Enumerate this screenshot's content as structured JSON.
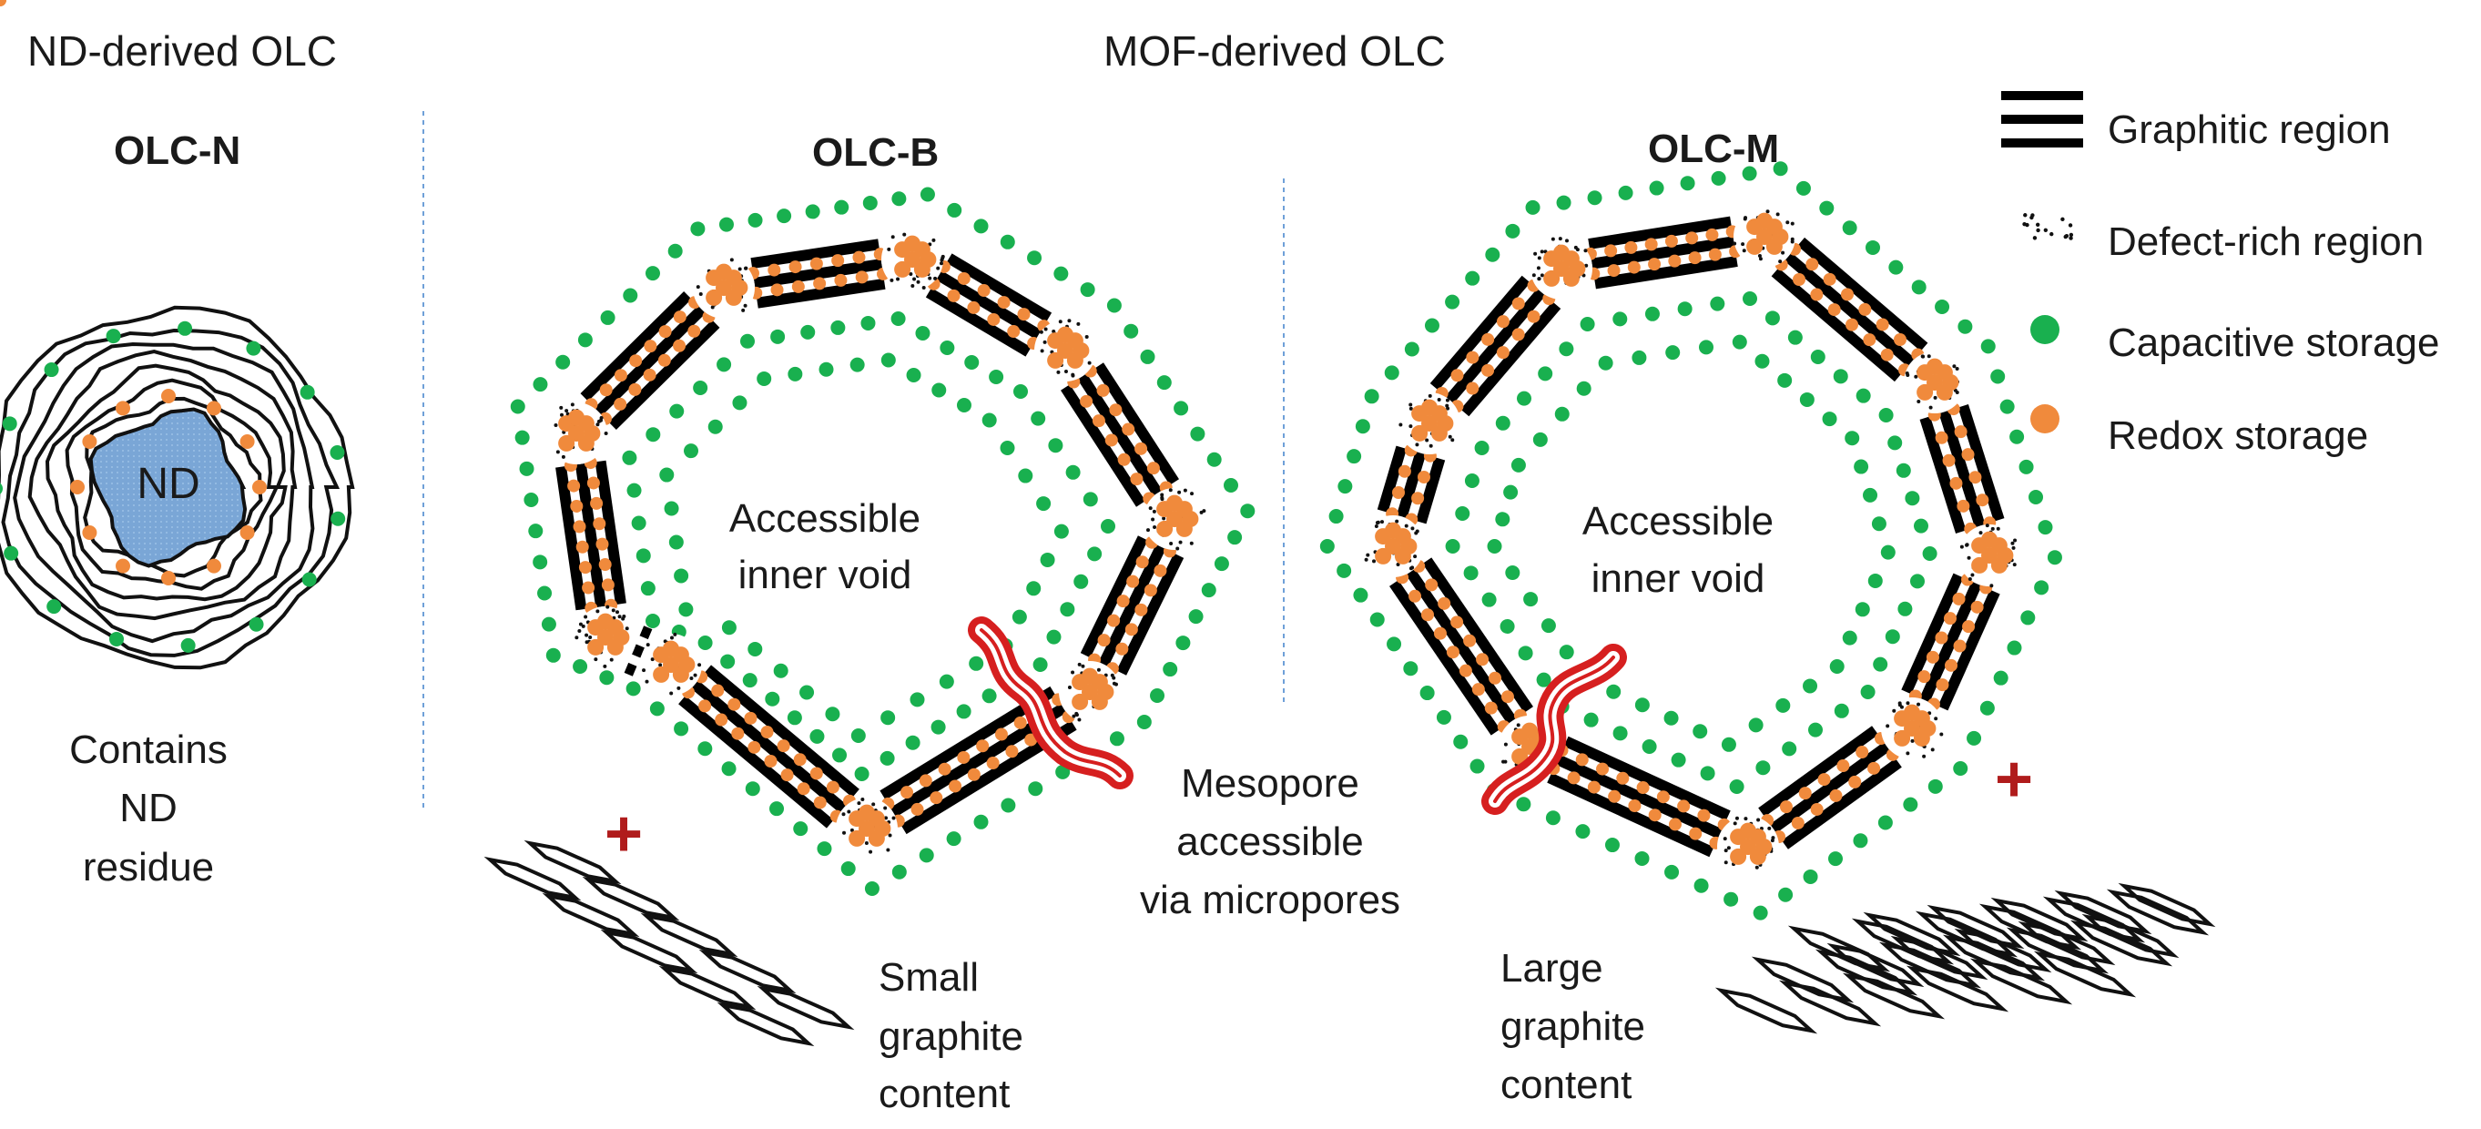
{
  "sections": {
    "nd": "ND-derived OLC",
    "mof": "MOF-derived OLC"
  },
  "panels": {
    "n": {
      "title": "OLC-N",
      "core_label": "ND",
      "caption": [
        "Contains",
        "ND",
        "residue"
      ]
    },
    "b": {
      "title": "OLC-B",
      "void_label": [
        "Accessible",
        "inner void"
      ],
      "graphite_caption": [
        "Small",
        "graphite",
        "content"
      ],
      "mesopore_caption": [
        "Mesopore",
        "accessible",
        "via micropores"
      ],
      "plus": "+"
    },
    "m": {
      "title": "OLC-M",
      "void_label": [
        "Accessible",
        "inner void"
      ],
      "graphite_caption": [
        "Large",
        "graphite",
        "content"
      ],
      "plus": "+"
    }
  },
  "legend": [
    {
      "label": "Graphitic region",
      "icon": "graphitic-region-icon"
    },
    {
      "label": "Defect-rich region",
      "icon": "defect-rich-region-icon"
    },
    {
      "label": "Capacitive storage",
      "icon": "capacitive-storage-icon",
      "color": "#19b04f"
    },
    {
      "label": "Redox storage",
      "icon": "redox-storage-icon",
      "color": "#f08a3c"
    }
  ],
  "colors": {
    "capacitive": "#19b04f",
    "redox": "#f08a3c",
    "nd_core": "#7aa6d6",
    "crack": "#d61f1f",
    "plus": "#b01c1c",
    "divider": "#6fa0d8"
  }
}
